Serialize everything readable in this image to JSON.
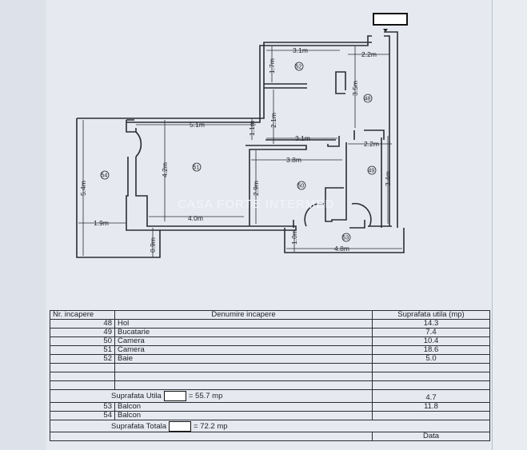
{
  "plan": {
    "rooms": [
      {
        "nr": "48"
      },
      {
        "nr": "49"
      },
      {
        "nr": "50"
      },
      {
        "nr": "51"
      },
      {
        "nr": "52"
      },
      {
        "nr": "53"
      },
      {
        "nr": "54"
      }
    ],
    "dimensions": [
      "3.1m",
      "2.2m",
      "1.7m",
      "3.5m",
      "5.1m",
      "1.1m",
      "2.1m",
      "3.1m",
      "2.2m",
      "3.8m",
      "4.2m",
      "5.4m",
      "2.9m",
      "3.4m",
      "4.0m",
      "1.9m",
      "0.9m",
      "1.0m",
      "4.8m"
    ],
    "watermark": "CASA FORTE INTERMED"
  },
  "table": {
    "headers": {
      "nr": "Nr. incapere",
      "name": "Denumire incapere",
      "area": "Suprafata utila (mp)"
    },
    "rows": [
      {
        "nr": "48",
        "name": "Hol",
        "area": "14.3"
      },
      {
        "nr": "49",
        "name": "Bucatarie",
        "area": "7.4"
      },
      {
        "nr": "50",
        "name": "Camera",
        "area": "10.4"
      },
      {
        "nr": "51",
        "name": "Camera",
        "area": "18.6"
      },
      {
        "nr": "52",
        "name": "Baie",
        "area": "5.0"
      }
    ],
    "useful_label": "Suprafata Utila",
    "useful_value": "= 55.7 mp",
    "balcony_rows": [
      {
        "nr": "53",
        "name": "Balcon",
        "area": "4.7"
      },
      {
        "nr": "54",
        "name": "Balcon",
        "area": "11.8"
      }
    ],
    "total_label": "Suprafata Totala",
    "total_value": "= 72.2 mp",
    "date_label": "Data"
  }
}
